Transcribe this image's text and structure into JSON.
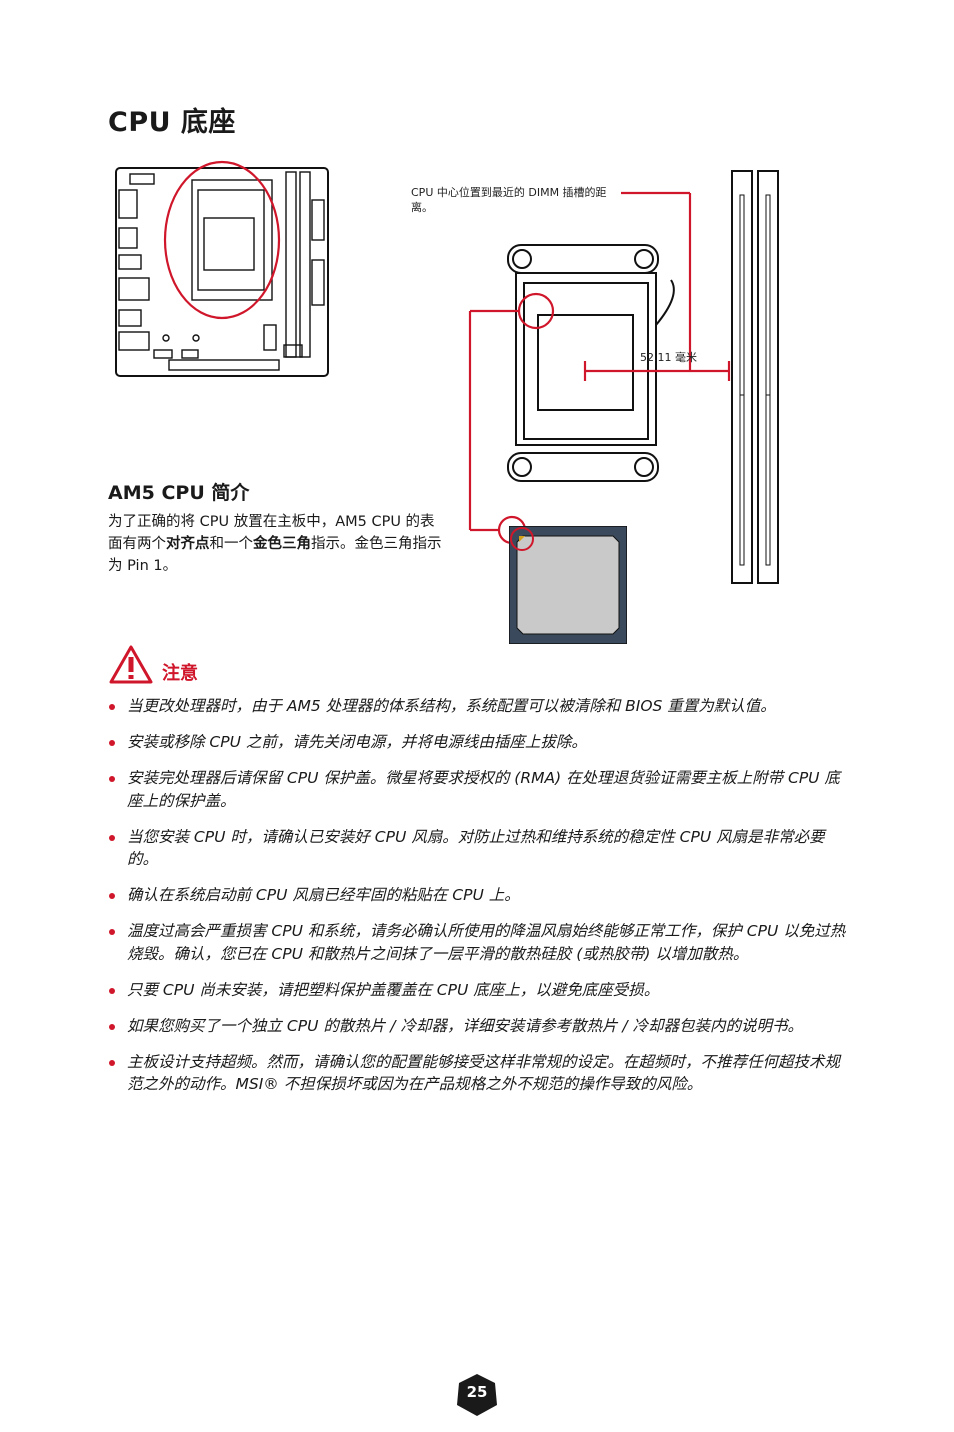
{
  "page_title": "CPU 底座",
  "diagram": {
    "dimm_distance_label": "CPU 中心位置到最近的 DIMM 插槽的距离。",
    "distance_value": "52.11 毫米"
  },
  "am5": {
    "heading": "AM5 CPU 简介",
    "intro_text_1": "为了正确的将 CPU 放置在主板中，AM5 CPU 的表面有两个",
    "intro_bold_1": "对齐点",
    "intro_text_2": "和一个",
    "intro_bold_2": "金色三角",
    "intro_text_3": "指示。金色三角指示为 Pin 1。"
  },
  "caution": {
    "title": "注意",
    "icon": "warning-triangle-icon",
    "notes": [
      "当更改处理器时，由于 AM5 处理器的体系结构，系统配置可以被清除和 BIOS 重置为默认值。",
      "安装或移除 CPU 之前，请先关闭电源，并将电源线由插座上拔除。",
      "安装完处理器后请保留 CPU 保护盖。微星将要求授权的 (RMA) 在处理退货验证需要主板上附带 CPU 底座上的保护盖。",
      "当您安装 CPU 时，请确认已安装好 CPU 风扇。对防止过热和维持系统的稳定性 CPU 风扇是非常必要的。",
      "确认在系统启动前 CPU 风扇已经牢固的粘贴在 CPU 上。",
      "温度过高会严重损害 CPU 和系统，请务必确认所使用的降温风扇始终能够正常工作，保护 CPU 以免过热烧毁。确认，您已在 CPU 和散热片之间抹了一层平滑的散热硅胶 (或热胶带) 以增加散热。",
      "只要 CPU 尚未安装，请把塑料保护盖覆盖在 CPU 底座上，以避免底座受损。",
      "如果您购买了一个独立 CPU 的散热片 / 冷却器，详细安装请参考散热片 / 冷却器包装内的说明书。",
      "主板设计支持超频。然而，请确认您的配置能够接受这样非常规的设定。在超频时，不推荐任何超技术规范之外的动作。MSI® 不担保损坏或因为在产品规格之外不规范的操作导致的风险。"
    ]
  },
  "page_number": "25",
  "colors": {
    "accent": "#d0162a",
    "socket_blue": "#3a4a5c",
    "cpu_silver": "#c9c9c9"
  }
}
